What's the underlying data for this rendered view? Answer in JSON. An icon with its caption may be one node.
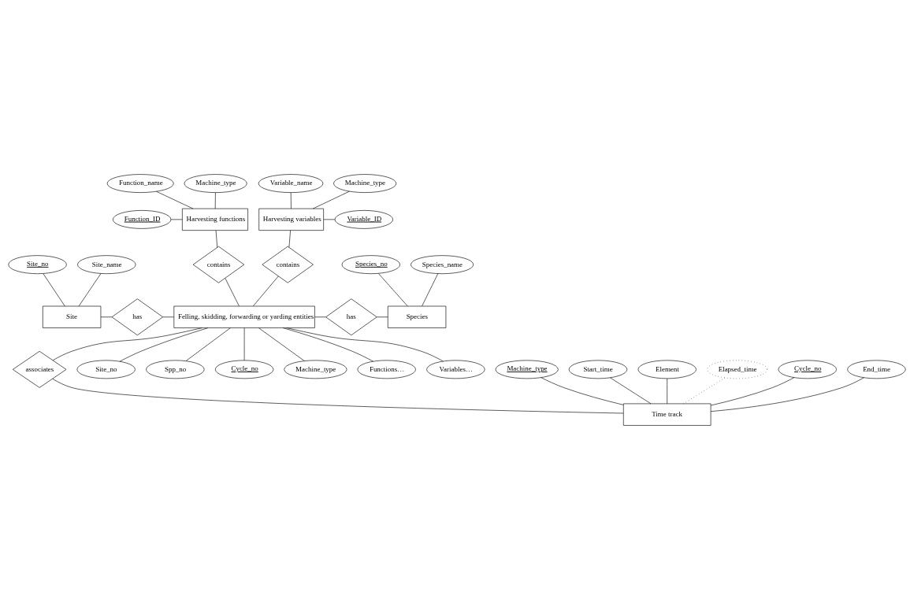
{
  "diagram": {
    "nodes": [
      {
        "text": [
          "Function_name"
        ]
      },
      {
        "text": [
          "Machine_type"
        ]
      },
      {
        "text": [
          "Variable_name"
        ]
      },
      {
        "text": [
          "Machine_type"
        ]
      },
      {
        "text": [
          "Function_ID"
        ]
      },
      {
        "text": [
          "Harvesting functions"
        ]
      },
      {
        "text": [
          "Harvesting variables"
        ]
      },
      {
        "text": [
          "Variable_ID"
        ]
      },
      {
        "text": [
          "contains"
        ]
      },
      {
        "text": [
          "contains"
        ]
      },
      {
        "text": [
          "Site_no"
        ]
      },
      {
        "text": [
          "Site_name"
        ]
      },
      {
        "text": [
          "Species_no"
        ]
      },
      {
        "text": [
          "Species_name"
        ]
      },
      {
        "text": [
          "Site"
        ]
      },
      {
        "text": [
          "has"
        ]
      },
      {
        "text": [
          "Felling, skidding, forwarding or yarding entities"
        ]
      },
      {
        "text": [
          "has"
        ]
      },
      {
        "text": [
          "Species"
        ]
      },
      {
        "text": [
          "Site_no"
        ]
      },
      {
        "text": [
          "Spp_no"
        ]
      },
      {
        "text": [
          "Cycle_no"
        ]
      },
      {
        "text": [
          "Machine_type"
        ]
      },
      {
        "text": [
          "Functions…"
        ]
      },
      {
        "text": [
          "Variables…"
        ]
      },
      {
        "text": [
          "Machine_type"
        ]
      },
      {
        "text": [
          "associates"
        ]
      },
      {
        "text": [
          "Start_time"
        ]
      },
      {
        "text": [
          "Element"
        ]
      },
      {
        "text": [
          "Elapsed_time"
        ]
      },
      {
        "text": [
          "Cycle_no"
        ]
      },
      {
        "text": [
          "Time track"
        ]
      },
      {
        "text": [
          "End_time"
        ]
      }
    ],
    "edges": [
      {
        "from": 0,
        "to": 5,
        "arrow": "none"
      },
      {
        "from": 1,
        "to": 5,
        "arrow": "none"
      },
      {
        "from": 4,
        "to": 5,
        "arrow": "none"
      },
      {
        "from": 2,
        "to": 6,
        "arrow": "none"
      },
      {
        "from": 3,
        "to": 6,
        "arrow": "none"
      },
      {
        "from": 6,
        "to": 7,
        "arrow": "none"
      },
      {
        "from": 5,
        "to": 8,
        "arrow": "none"
      },
      {
        "from": 6,
        "to": 9,
        "arrow": "none"
      },
      {
        "from": 8,
        "to": 16,
        "arrow": "none"
      },
      {
        "from": 9,
        "to": 16,
        "arrow": "none"
      },
      {
        "from": 10,
        "to": 14,
        "arrow": "none"
      },
      {
        "from": 11,
        "to": 14,
        "arrow": "none"
      },
      {
        "from": 12,
        "to": 18,
        "arrow": "none"
      },
      {
        "from": 13,
        "to": 18,
        "arrow": "none"
      },
      {
        "from": 14,
        "to": 15,
        "arrow": "none"
      },
      {
        "from": 15,
        "to": 16,
        "arrow": "none"
      },
      {
        "from": 16,
        "to": 17,
        "arrow": "none"
      },
      {
        "from": 17,
        "to": 18,
        "arrow": "none"
      },
      {
        "from": 16,
        "to": 21,
        "arrow": "none"
      },
      {
        "from": 16,
        "to": 23,
        "arrow": "none"
      },
      {
        "from": 16,
        "to": 19,
        "arrow": "none"
      },
      {
        "from": 16,
        "to": 26,
        "arrow": "none"
      },
      {
        "from": 16,
        "to": 20,
        "arrow": "none"
      },
      {
        "from": 16,
        "to": 24,
        "arrow": "none"
      },
      {
        "from": 16,
        "to": 22,
        "arrow": "none"
      },
      {
        "from": 26,
        "to": 31,
        "arrow": "none"
      },
      {
        "from": 25,
        "to": 31,
        "arrow": "none"
      },
      {
        "from": 28,
        "to": 31,
        "arrow": "none"
      },
      {
        "from": 30,
        "to": 31,
        "arrow": "none"
      },
      {
        "from": 27,
        "to": 31,
        "arrow": "none"
      },
      {
        "from": 29,
        "to": 31,
        "arrow": "none",
        "style": "dashed"
      },
      {
        "from": 32,
        "to": 31,
        "arrow": "none"
      }
    ]
  }
}
